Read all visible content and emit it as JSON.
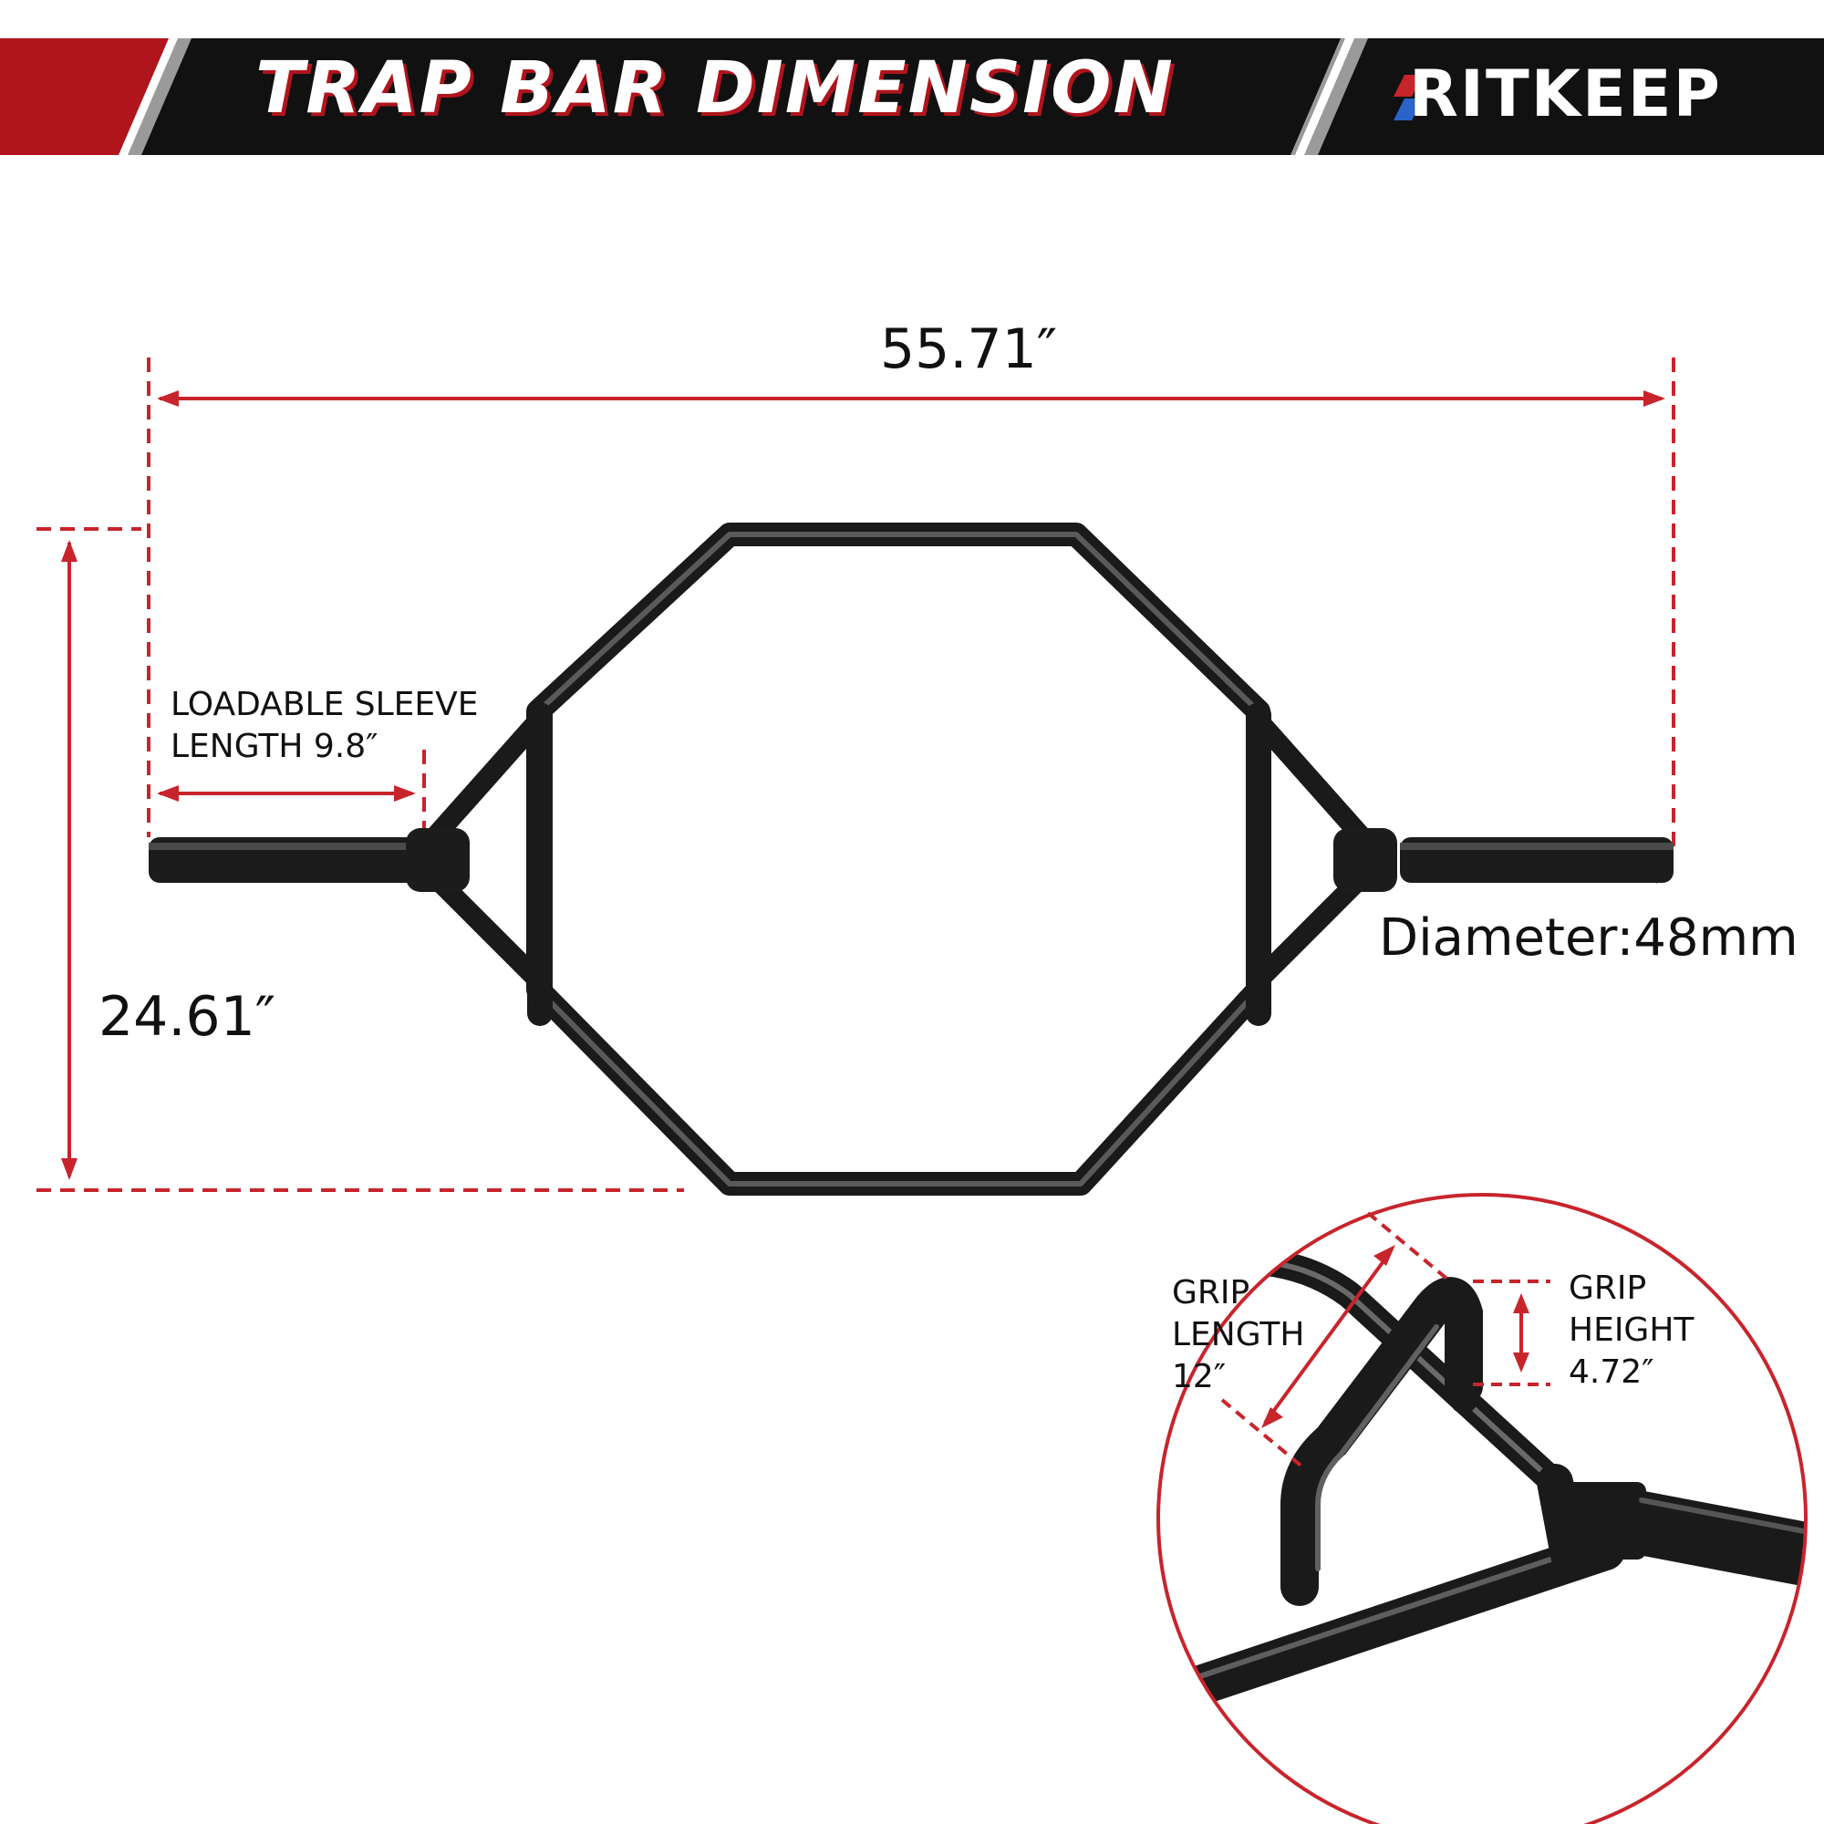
{
  "header": {
    "title": "TRAP BAR DIMENSION",
    "brand": "RITKEEP"
  },
  "dimensions": {
    "overall_length": "55.71″",
    "overall_width": "24.61″",
    "sleeve": {
      "line1": "LOADABLE SLEEVE",
      "line2": "LENGTH 9.8″"
    },
    "diameter": "Diameter:48mm"
  },
  "detail": {
    "grip_length": {
      "line1": "GRIP",
      "line2": "LENGTH",
      "line3": "12″"
    },
    "grip_height": {
      "line1": "GRIP",
      "line2": "HEIGHT",
      "line3": "4.72″"
    }
  },
  "colors": {
    "accent_red": "#b0141c",
    "dimension_red": "#c8242c",
    "bar_black": "#1a1a1a",
    "banner_black": "#111111"
  }
}
